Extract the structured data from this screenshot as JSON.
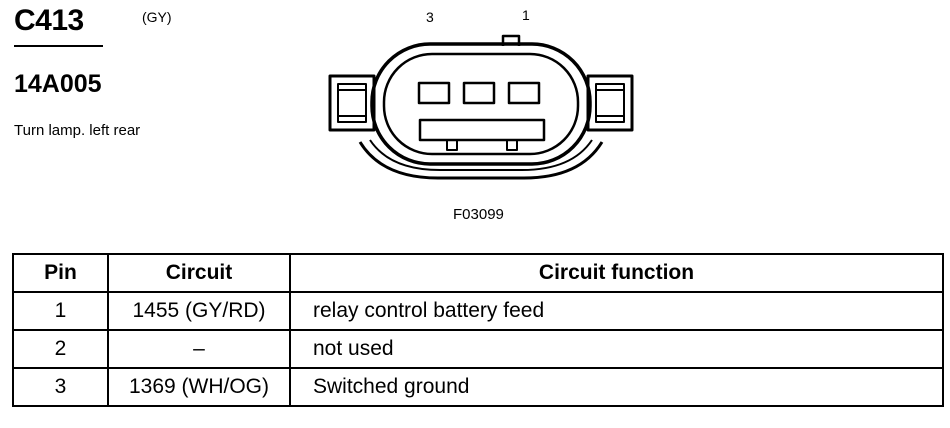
{
  "connector": {
    "id": "C413",
    "color_code": "(GY)",
    "part_number": "14A005",
    "description": "Turn lamp. left rear"
  },
  "diagram": {
    "pin_labels": [
      "3",
      "1"
    ],
    "figure_code": "F03099"
  },
  "table": {
    "headers": {
      "pin": "Pin",
      "circuit": "Circuit",
      "function": "Circuit function"
    },
    "rows": [
      {
        "pin": "1",
        "circuit": "1455 (GY/RD)",
        "function": "relay control battery feed"
      },
      {
        "pin": "2",
        "circuit": "–",
        "function": "not used"
      },
      {
        "pin": "3",
        "circuit": "1369 (WH/OG)",
        "function": "Switched ground"
      }
    ]
  }
}
